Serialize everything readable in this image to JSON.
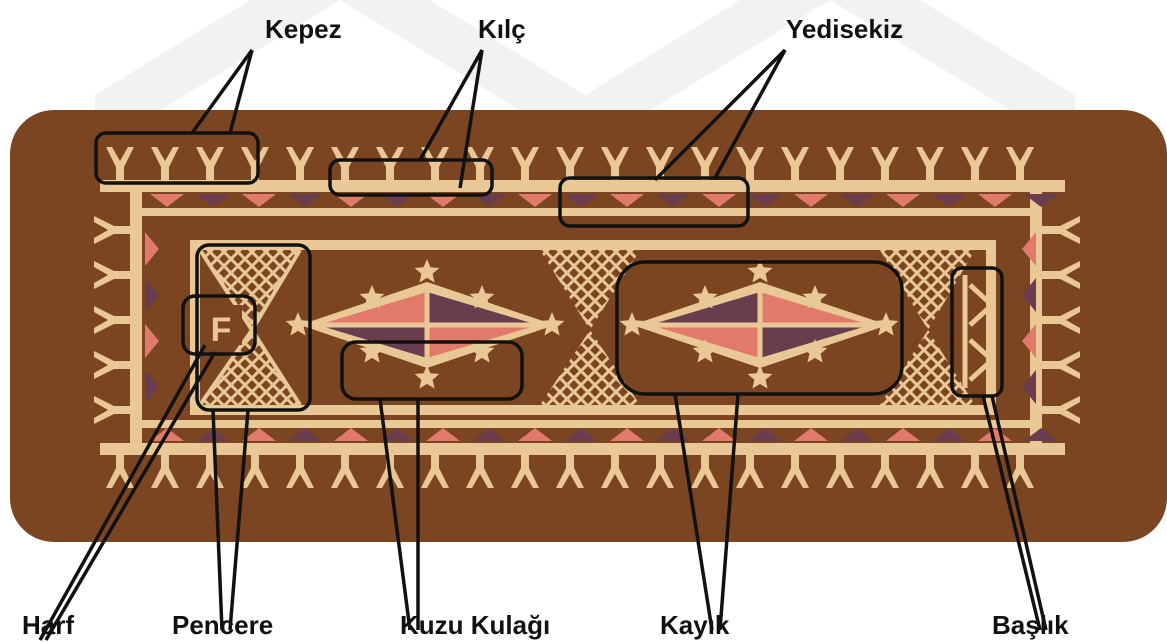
{
  "diagram": {
    "kind": "labeled kilim motif diagram",
    "colors": {
      "background": "#ffffff",
      "rug": "#7a4520",
      "cream": "#e9c896",
      "pink": "#e27a6c",
      "plum": "#6a3d4e",
      "outline": "#111111",
      "watermark": "#f1f1f1"
    },
    "labels": {
      "kepez": "Kepez",
      "kilc": "Kılç",
      "yedisekiz": "Yedisekiz",
      "harf": "Harf",
      "pencere": "Pencere",
      "kuzu_kulagi": "Kuzu Kulağı",
      "kayik": "Kayık",
      "baslik": "Başlık"
    },
    "letter_motif": "F"
  }
}
